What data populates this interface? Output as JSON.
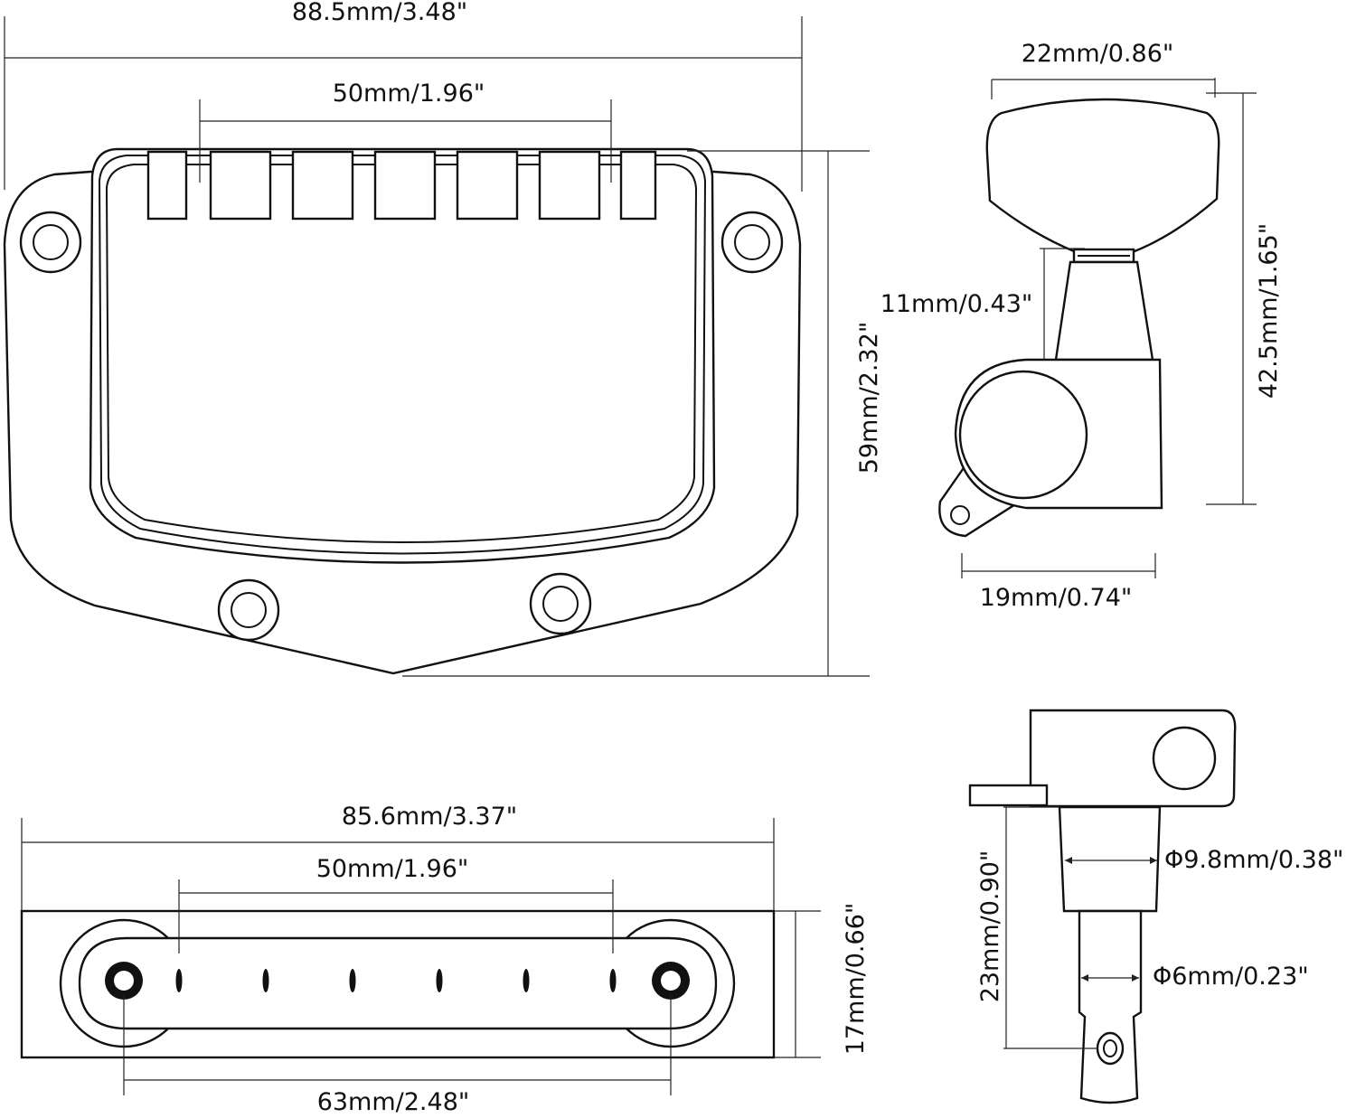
{
  "tailpiece_top": {
    "width_label": "88.5mm/3.48\"",
    "string_spacing_label": "50mm/1.96\"",
    "height_label": "59mm/2.32\""
  },
  "tuner_side": {
    "knob_width_label": "22mm/0.86\"",
    "post_length_label": "11mm/0.43\"",
    "total_height_label": "42.5mm/1.65\"",
    "body_width_label": "19mm/0.74\""
  },
  "bridge": {
    "overall_width_label": "85.6mm/3.37\"",
    "string_spacing_label": "50mm/1.96\"",
    "post_spacing_label": "63mm/2.48\"",
    "height_label": "17mm/0.66\""
  },
  "tuner_front": {
    "bushing_length_label": "23mm/0.90\"",
    "bushing_diameter_label": "Φ9.8mm/0.38\"",
    "post_diameter_label": "Φ6mm/0.23\""
  }
}
